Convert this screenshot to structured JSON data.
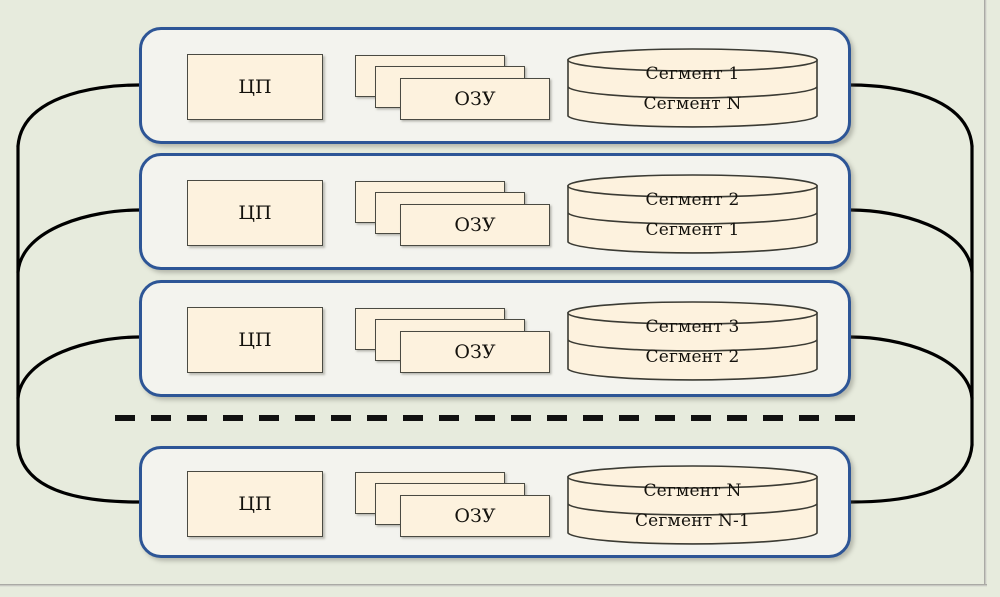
{
  "diagram": {
    "title": "Distributed nodes with CPU, RAM and segmented storage",
    "colors": {
      "page_background": "#e7ebdd",
      "node_border": "#2d5596",
      "node_fill": "#f3f3ee",
      "component_fill": "#fdf2de",
      "component_border": "#4a4a42",
      "bus_line": "#000000"
    },
    "separator": {
      "name": "ellipsis-divider",
      "style": "dashed",
      "meaning": "continuation between node 3 and node N"
    },
    "bus": {
      "left_label": "",
      "right_label": "",
      "description": "left and right vertical interconnect buses branching to every node"
    },
    "nodes": [
      {
        "index": 1,
        "cpu": "ЦП",
        "ram": "ОЗУ",
        "ram_count": 3,
        "storage": {
          "top": "Сегмент 1",
          "bottom": "Сегмент N"
        }
      },
      {
        "index": 2,
        "cpu": "ЦП",
        "ram": "ОЗУ",
        "ram_count": 3,
        "storage": {
          "top": "Сегмент 2",
          "bottom": "Сегмент 1"
        }
      },
      {
        "index": 3,
        "cpu": "ЦП",
        "ram": "ОЗУ",
        "ram_count": 3,
        "storage": {
          "top": "Сегмент 3",
          "bottom": "Сегмент 2"
        }
      },
      {
        "index": 4,
        "cpu": "ЦП",
        "ram": "ОЗУ",
        "ram_count": 3,
        "storage": {
          "top": "Сегмент N",
          "bottom": "Сегмент N-1"
        }
      }
    ]
  }
}
